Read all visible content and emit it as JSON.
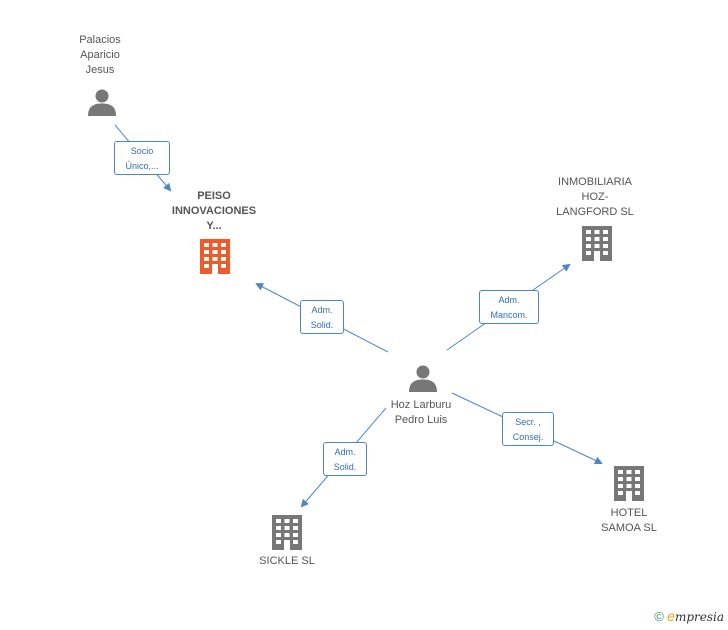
{
  "nodes": {
    "palacios": {
      "label": "Palacios\nAparicio\nJesus",
      "type": "person"
    },
    "peiso": {
      "label": "PEISO\nINNOVACIONES\nY...",
      "type": "company",
      "color": "#f05a28"
    },
    "inmobiliaria": {
      "label": "INMOBILIARIA\nHOZ-\nLANGFORD  SL",
      "type": "company"
    },
    "hoz": {
      "label": "Hoz Larburu\nPedro Luis",
      "type": "person"
    },
    "sickle": {
      "label": "SICKLE SL",
      "type": "company"
    },
    "hotel": {
      "label": "HOTEL\nSAMOA SL",
      "type": "company"
    }
  },
  "relations": {
    "socio": "Socio\nÚnico,...",
    "adm_solid_peiso": "Adm.\nSolid.",
    "adm_mancom": "Adm.\nMancom.",
    "secr_consej": "Secr. ,\nConsej.",
    "adm_solid_sickle": "Adm.\nSolid."
  },
  "colors": {
    "edge": "#4a86c8",
    "icon_gray": "#777777",
    "focus_company": "#f05a28"
  },
  "footer": {
    "copyright": "©",
    "brand_e": "e",
    "brand_rest": "mpresia"
  }
}
